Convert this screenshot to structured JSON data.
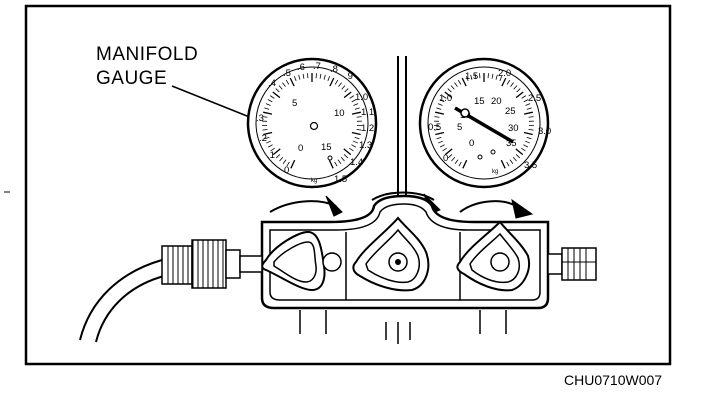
{
  "callout": {
    "line1": "MANIFOLD",
    "line2": "GAUGE"
  },
  "figure_id": "CHU0710W007",
  "left_gauge": {
    "outer_scale": [
      ".4",
      ".5",
      ".6",
      ".7",
      ".8",
      ".9",
      "1.0",
      "1.1",
      "1.2",
      "1.3",
      "1.4",
      "1.5"
    ],
    "inner_scale": [
      "5",
      "10",
      "15",
      "0"
    ],
    "outer_left_labels": [
      ".3",
      ".2",
      ".1",
      "0"
    ],
    "unit": "kg"
  },
  "right_gauge": {
    "outer_scale": [
      "1.0",
      "1.5",
      "2.0",
      "2.5",
      "3.0",
      "3.5",
      "0.5",
      "0"
    ],
    "inner_scale": [
      "5",
      "10",
      "15",
      "20",
      "25",
      "30",
      "35",
      "0"
    ],
    "unit": "kg"
  },
  "colors": {
    "ink": "#000000",
    "paper": "#ffffff"
  }
}
